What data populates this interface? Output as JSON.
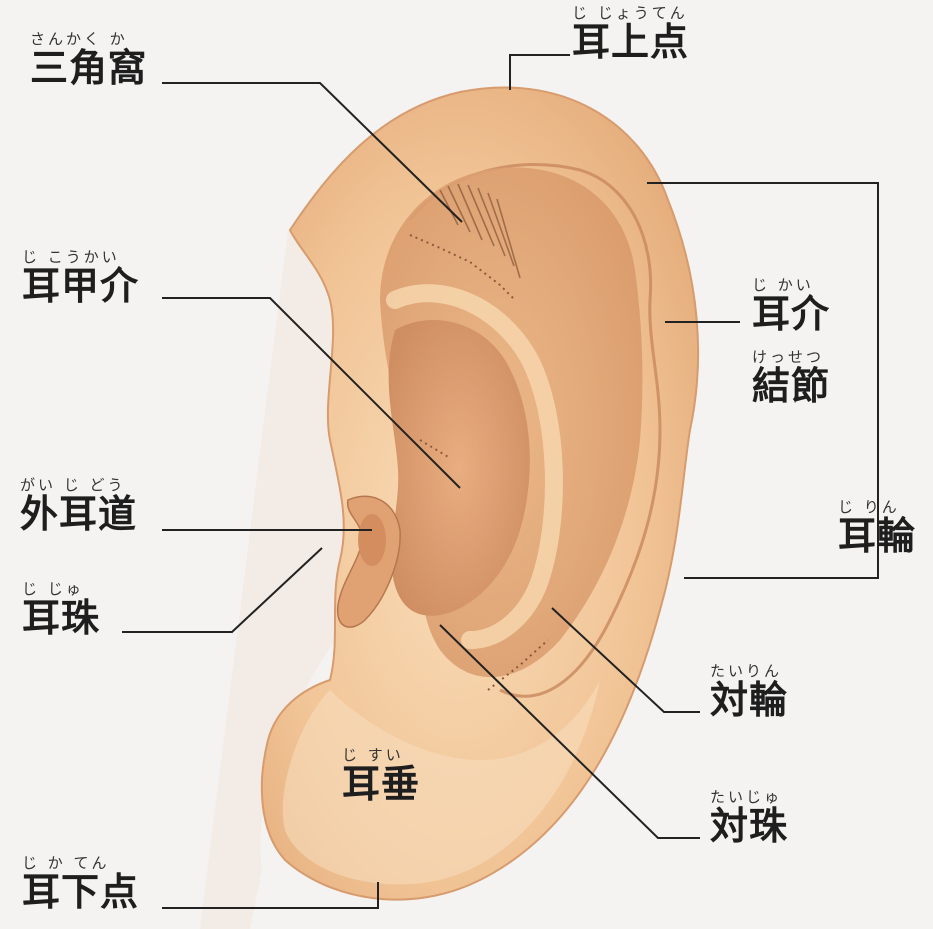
{
  "labels": {
    "sankakuka": {
      "ruby": "さんかく か",
      "text": "三角窩"
    },
    "jijouten": {
      "ruby": "じ じょうてん",
      "text": "耳上点"
    },
    "jikoukai": {
      "ruby": "じ こうかい",
      "text": "耳甲介"
    },
    "jikai": {
      "ruby": "じ かい",
      "text": "耳介"
    },
    "kessetsu": {
      "ruby": "けっせつ",
      "text": "結節"
    },
    "gaijidou": {
      "ruby": "がい じ どう",
      "text": "外耳道"
    },
    "jirin": {
      "ruby": "じ りん",
      "text": "耳輪"
    },
    "jiju": {
      "ruby": "じ じゅ",
      "text": "耳珠"
    },
    "tairin": {
      "ruby": "たいりん",
      "text": "対輪"
    },
    "jisui": {
      "ruby": "じ すい",
      "text": "耳垂"
    },
    "taiju": {
      "ruby": "たいじゅ",
      "text": "対珠"
    },
    "jikaten": {
      "ruby": "じ か てん",
      "text": "耳下点"
    }
  },
  "colors": {
    "skin_light": "#f6d3ab",
    "skin_mid": "#eab284",
    "skin_dark": "#c98a62",
    "line": "#222222"
  }
}
